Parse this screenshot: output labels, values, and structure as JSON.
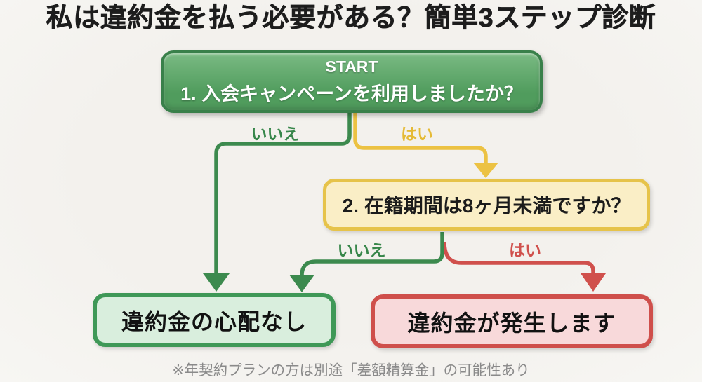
{
  "title": "私は違約金を払う必要がある？簡単3ステップ診断",
  "flowchart": {
    "start": {
      "tag": "START",
      "question": "1. 入会キャンペーンを利用しましたか？"
    },
    "question2": {
      "text": "2. 在籍期間は8ヶ月未満ですか？"
    },
    "edges": {
      "no1": "いいえ",
      "yes1": "はい",
      "no2": "いいえ",
      "yes2": "はい"
    },
    "result_safe": "違約金の心配なし",
    "result_fee": "違約金が発生します"
  },
  "footer": "※年契約プランの方は別途「差額精算金」の可能性あり",
  "colors": {
    "background": "#f3f1ed",
    "title_text": "#1d1d1d",
    "green_line": "#3c8a4e",
    "green_box_fill_top": "#7aba83",
    "green_box_fill_bottom": "#509c5d",
    "green_box_border": "#39804a",
    "yellow_line": "#ecc243",
    "yellow_box_fill": "#faeec6",
    "yellow_box_border": "#e6c34a",
    "red_line": "#d0504c",
    "pink_box_fill": "#f8d9da",
    "pink_box_border": "#cf4f4b",
    "lightgreen_box_fill": "#d9eedd",
    "lightgreen_box_border": "#3f9857",
    "label_no": "#37864a",
    "label_yes1": "#e5ba35",
    "label_yes2": "#d0504c",
    "footer_text": "#8a8a8a",
    "result_text": "#121212",
    "question_text": "#1b1b1b",
    "start_text": "#ffffff"
  }
}
